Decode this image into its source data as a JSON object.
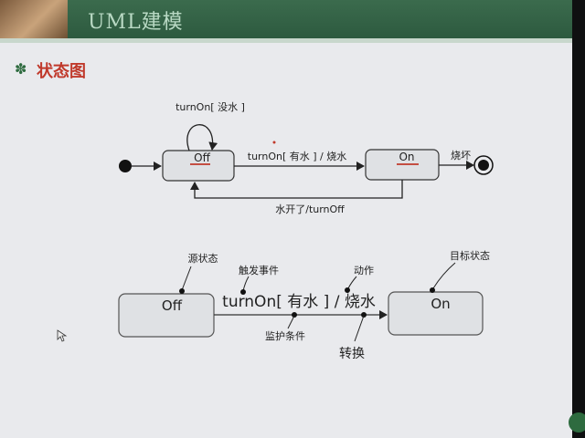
{
  "slide": {
    "title": "UML建模",
    "heading": "状态图"
  },
  "diagram_top": {
    "state_off": "Off",
    "state_on": "On",
    "self_loop_label": "turnOn[ 没水 ]",
    "transition_label": "turnOn[ 有水 ] / 烧水",
    "return_label": "水开了/turnOff",
    "final_label": "烧坏"
  },
  "diagram_bottom": {
    "state_off": "Off",
    "state_on": "On",
    "transition_label": "turnOn[ 有水 ] / 烧水",
    "annotations": {
      "source_state": "源状态",
      "trigger_event": "触发事件",
      "action": "动作",
      "target_state": "目标状态",
      "guard_condition": "监护条件",
      "transition": "转换"
    }
  },
  "colors": {
    "title_bar": "#2d5a3f",
    "heading": "#c0392b",
    "underline_mark": "#c0392b"
  }
}
